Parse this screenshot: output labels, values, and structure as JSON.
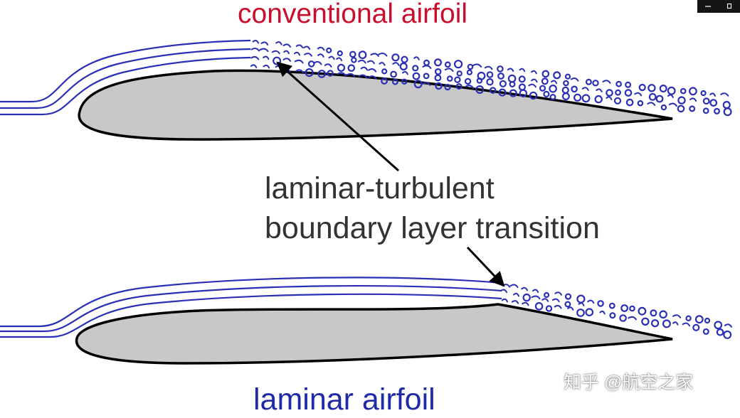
{
  "labels": {
    "top_title": "conventional airfoil",
    "bottom_title": "laminar airfoil",
    "callout_line1": "laminar-turbulent",
    "callout_line2": "boundary layer transition",
    "watermark": "知乎 @航空之家"
  },
  "colors": {
    "top_title": "#c8102e",
    "bottom_title": "#1f2aa8",
    "streamline": "#2a2fb5",
    "eddy": "#2a2fb5",
    "airfoil_fill": "#c8c8c8",
    "airfoil_stroke": "#000000",
    "callout_text": "#333333",
    "arrow": "#000000"
  },
  "icons": {
    "window_minimize": "minimize-icon",
    "window_restore": "restore-icon"
  }
}
